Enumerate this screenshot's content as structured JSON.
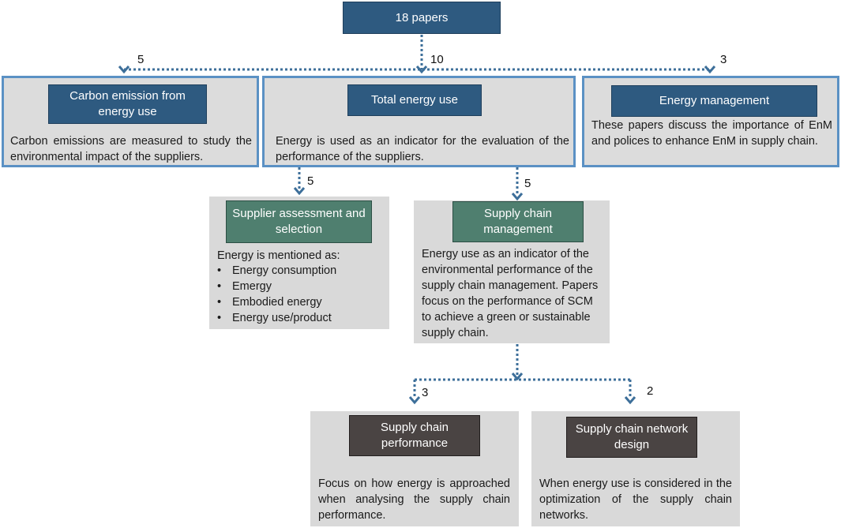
{
  "root": {
    "label": "18 papers"
  },
  "branches": {
    "carbon": {
      "count": "5",
      "title": "Carbon emission from energy use",
      "description": "Carbon emissions are measured to study the environmental impact of the suppliers."
    },
    "total_energy": {
      "count": "10",
      "title": "Total energy use",
      "description": "Energy is used as an indicator for the evaluation of the performance of the suppliers."
    },
    "energy_management": {
      "count": "3",
      "title": "Energy management",
      "description": "These papers discuss the importance of EnM and polices to enhance EnM in supply chain."
    }
  },
  "supplier_assessment": {
    "count": "5",
    "title": "Supplier assessment and selection",
    "intro": "Energy is mentioned as:",
    "items": [
      "Energy consumption",
      "Emergy",
      "Embodied energy",
      "Energy use/product"
    ]
  },
  "supply_chain_management": {
    "count": "5",
    "title": "Supply chain management",
    "description": "Energy use as an indicator of the environmental performance of the supply chain management. Papers focus on the performance of SCM to achieve a green or sustainable supply chain."
  },
  "scm_performance": {
    "count": "3",
    "title": "Supply chain performance",
    "description": "Focus on how energy is approached when analysing the supply chain performance."
  },
  "scm_network": {
    "count": "2",
    "title": "Supply chain network design",
    "description": "When energy use is considered in the optimization of the supply chain networks."
  },
  "colors": {
    "connector": "#3d6f9a",
    "navy": "#2e5a80",
    "green": "#4f7f6f",
    "dark": "#4a4443",
    "border_blue": "#5b91c4",
    "box_gray": "#d9d9d9"
  }
}
